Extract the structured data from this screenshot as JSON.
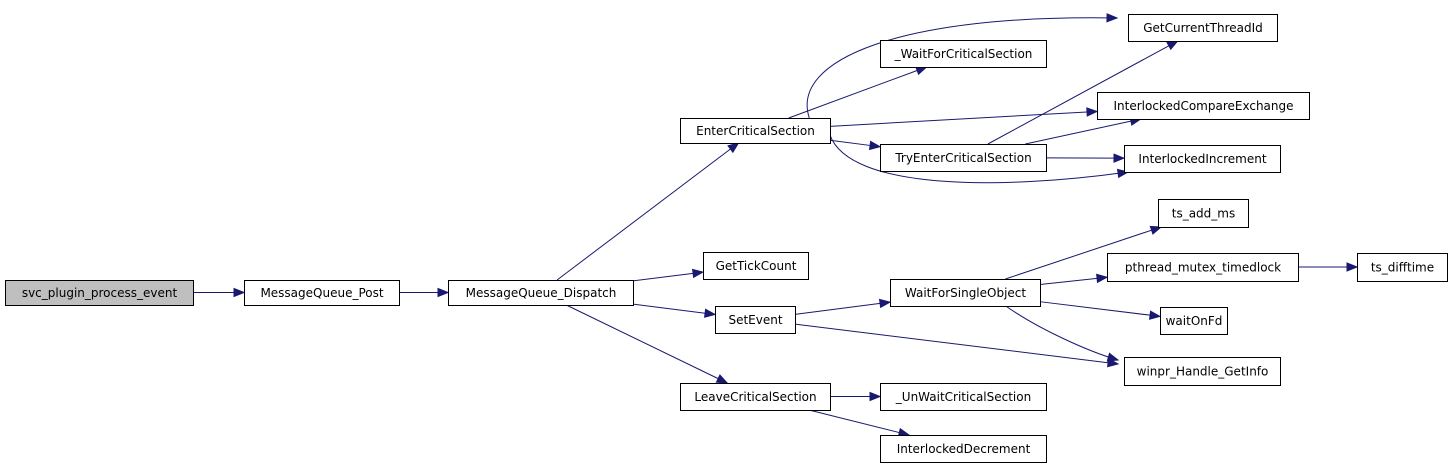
{
  "diagram": {
    "colors": {
      "edge": "#191970",
      "root_fill": "#bfbfbf",
      "node_fill": "#ffffff",
      "node_stroke": "#000000"
    },
    "nodes": [
      {
        "id": "svc",
        "label": "svc_plugin_process_event",
        "root": true
      },
      {
        "id": "mqpost",
        "label": "MessageQueue_Post"
      },
      {
        "id": "mqdisp",
        "label": "MessageQueue_Dispatch"
      },
      {
        "id": "enter",
        "label": "EnterCriticalSection"
      },
      {
        "id": "gettick",
        "label": "GetTickCount"
      },
      {
        "id": "setevent",
        "label": "SetEvent"
      },
      {
        "id": "leave",
        "label": "LeaveCriticalSection"
      },
      {
        "id": "gettid",
        "label": "GetCurrentThreadId"
      },
      {
        "id": "waitcs",
        "label": "_WaitForCriticalSection"
      },
      {
        "id": "icx",
        "label": "InterlockedCompareExchange"
      },
      {
        "id": "tryenter",
        "label": "TryEnterCriticalSection"
      },
      {
        "id": "iinc",
        "label": "InterlockedIncrement"
      },
      {
        "id": "tsadd",
        "label": "ts_add_ms"
      },
      {
        "id": "wfso",
        "label": "WaitForSingleObject"
      },
      {
        "id": "ptml",
        "label": "pthread_mutex_timedlock"
      },
      {
        "id": "tsdiff",
        "label": "ts_difftime"
      },
      {
        "id": "waitfd",
        "label": "waitOnFd"
      },
      {
        "id": "hgi",
        "label": "winpr_Handle_GetInfo"
      },
      {
        "id": "unwait",
        "label": "_UnWaitCriticalSection"
      },
      {
        "id": "idec",
        "label": "InterlockedDecrement"
      }
    ],
    "edges": [
      [
        "svc",
        "mqpost"
      ],
      [
        "mqpost",
        "mqdisp"
      ],
      [
        "mqdisp",
        "enter"
      ],
      [
        "mqdisp",
        "gettick"
      ],
      [
        "mqdisp",
        "setevent"
      ],
      [
        "mqdisp",
        "leave"
      ],
      [
        "enter",
        "gettid"
      ],
      [
        "enter",
        "waitcs"
      ],
      [
        "enter",
        "icx"
      ],
      [
        "enter",
        "tryenter"
      ],
      [
        "enter",
        "iinc"
      ],
      [
        "tryenter",
        "gettid"
      ],
      [
        "tryenter",
        "icx"
      ],
      [
        "tryenter",
        "iinc"
      ],
      [
        "setevent",
        "wfso"
      ],
      [
        "setevent",
        "hgi"
      ],
      [
        "wfso",
        "tsadd"
      ],
      [
        "wfso",
        "ptml"
      ],
      [
        "wfso",
        "waitfd"
      ],
      [
        "wfso",
        "hgi"
      ],
      [
        "ptml",
        "tsdiff"
      ],
      [
        "leave",
        "unwait"
      ],
      [
        "leave",
        "idec"
      ]
    ]
  }
}
